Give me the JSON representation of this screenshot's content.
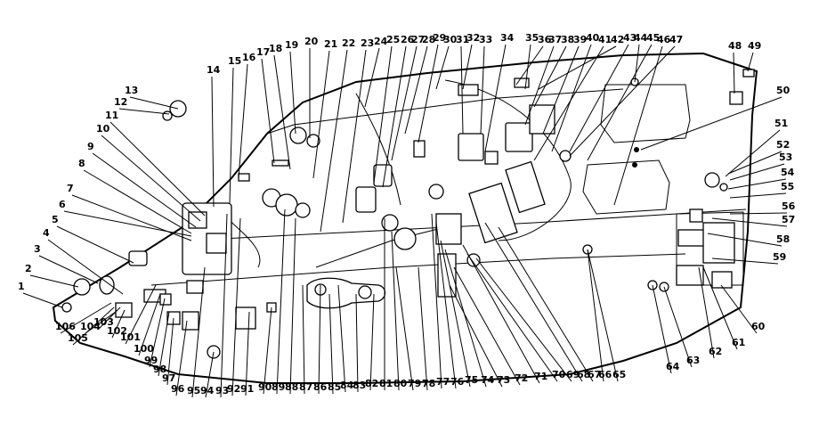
{
  "diagram": {
    "callout_numbers": [
      "1",
      "2",
      "3",
      "4",
      "5",
      "6",
      "7",
      "8",
      "9",
      "10",
      "11",
      "12",
      "13",
      "14",
      "15",
      "16",
      "17",
      "18",
      "19",
      "20",
      "21",
      "22",
      "23",
      "24",
      "25",
      "26",
      "27",
      "28",
      "29",
      "30",
      "31",
      "32",
      "33",
      "34",
      "35",
      "36",
      "37",
      "38",
      "39",
      "40",
      "41",
      "42",
      "43",
      "44",
      "45",
      "46",
      "47",
      "48",
      "49",
      "50",
      "51",
      "52",
      "53",
      "54",
      "55",
      "56",
      "57",
      "58",
      "59",
      "60",
      "61",
      "62",
      "63",
      "64",
      "65",
      "66",
      "67",
      "68",
      "69",
      "70",
      "71",
      "72",
      "73",
      "74",
      "75",
      "76",
      "77",
      "78",
      "79",
      "80",
      "81",
      "82",
      "83",
      "84",
      "85",
      "86",
      "87",
      "88",
      "89",
      "90",
      "91",
      "92",
      "93",
      "94",
      "95",
      "96",
      "97",
      "98",
      "99",
      "100",
      "101",
      "102",
      "103",
      "104",
      "105",
      "106"
    ]
  }
}
